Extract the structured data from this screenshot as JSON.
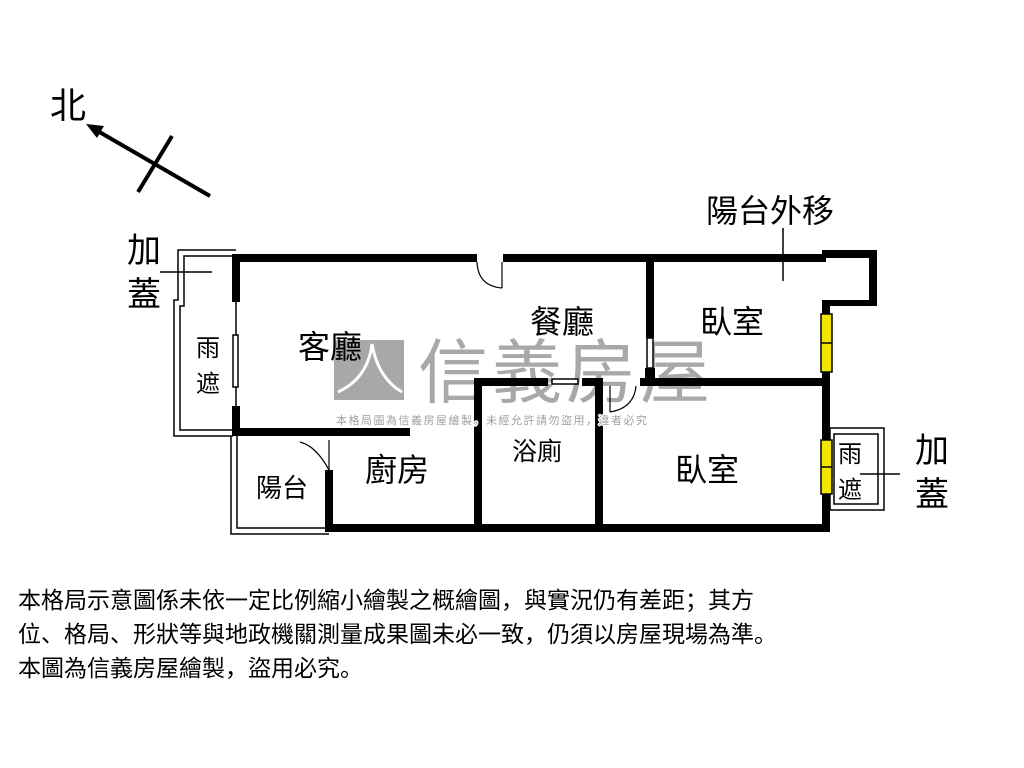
{
  "compass": {
    "north_label": "北"
  },
  "rooms": {
    "living_room": "客廳",
    "dining_room": "餐廳",
    "bedroom_1": "臥室",
    "bedroom_2": "臥室",
    "bathroom": "浴廁",
    "kitchen": "廚房",
    "balcony": "陽台",
    "canopy_left": [
      "雨",
      "遮"
    ],
    "canopy_right": [
      "雨",
      "遮"
    ]
  },
  "annotations": {
    "addition_left": [
      "加",
      "蓋"
    ],
    "addition_right": [
      "加",
      "蓋"
    ],
    "balcony_moved": "陽台外移"
  },
  "watermark": {
    "brand": "信義房屋",
    "notice": "本格局圖為信義房屋繪製，未經允許請勿盜用，違者必究"
  },
  "colors": {
    "wall": "#000000",
    "window": "#f2e600",
    "watermark": "#a8a8a8"
  },
  "disclaimer": [
    "本格局示意圖係未依一定比例縮小繪製之概繪圖，與實況仍有差距；其方",
    "位、格局、形狀等與地政機關測量成果圖未必一致，仍須以房屋現場為準。",
    "本圖為信義房屋繪製，盜用必究。"
  ]
}
